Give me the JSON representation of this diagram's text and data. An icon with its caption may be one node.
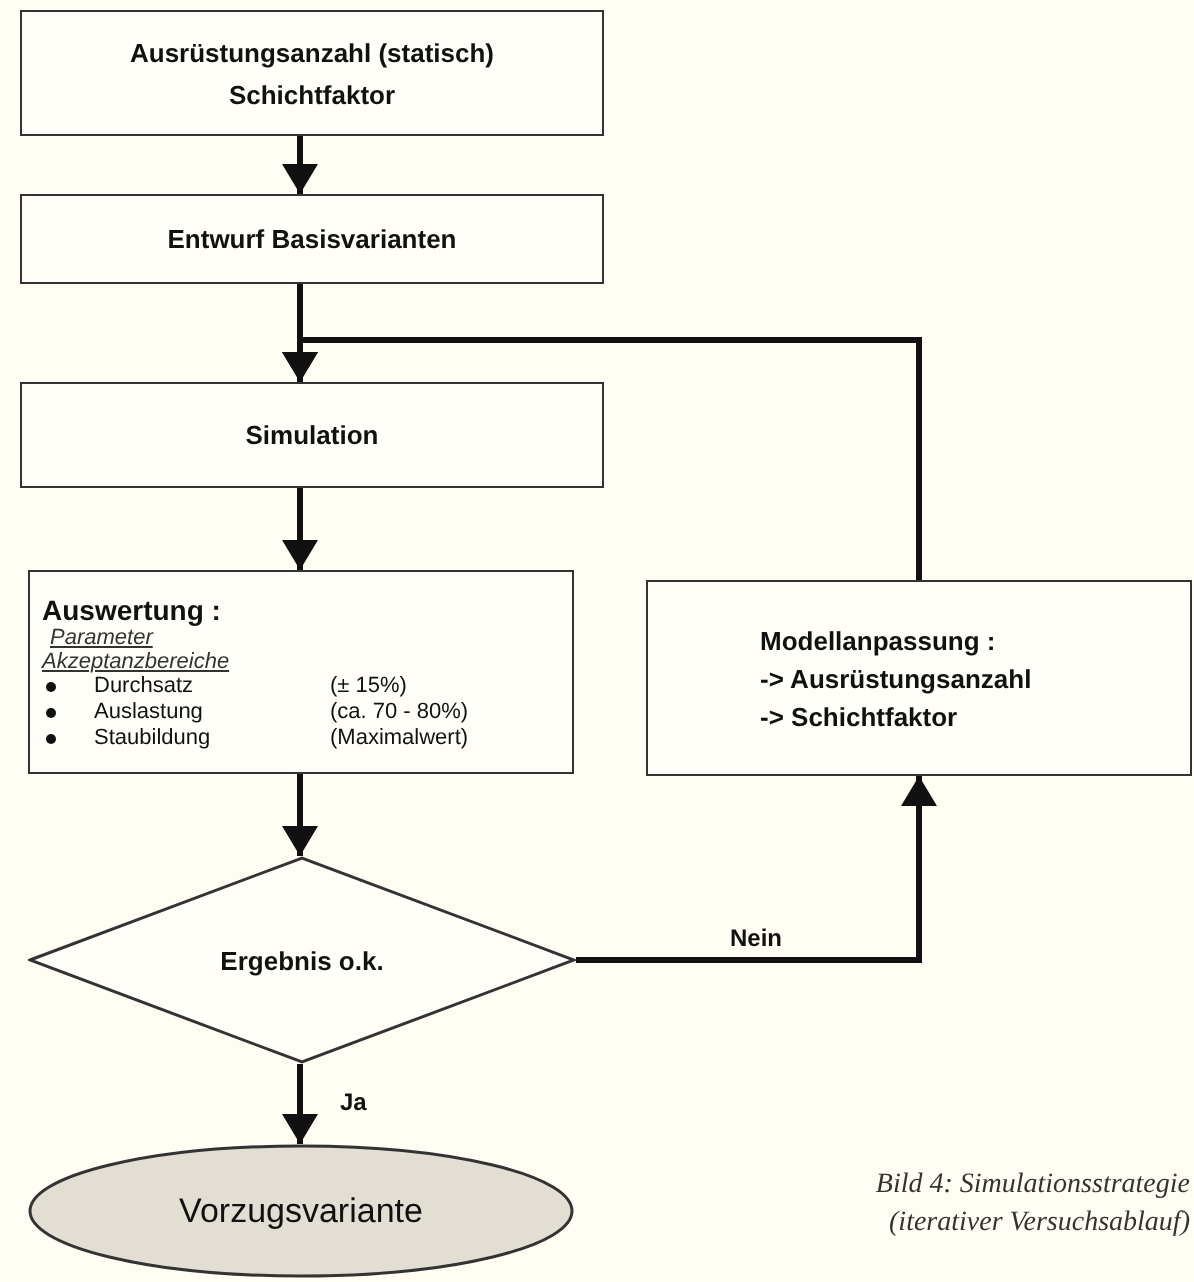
{
  "diagram": {
    "caption": "Bild 4: Simulationsstrategie (iterativer Versuchsablauf)",
    "nodes": [
      {
        "text": [
          "Ausrüstungsanzahl (statisch)",
          "Schichtfaktor"
        ]
      },
      {
        "text": [
          "Entwurf Basisvarianten"
        ]
      },
      {
        "text": [
          "Simulation"
        ]
      },
      {
        "text": [
          "Auswertung :",
          "Parameter",
          "Akzeptanzbereiche",
          "Durchsatz",
          "(± 15%)",
          "Auslastung",
          "(ca. 70 - 80%)",
          "Staubildung",
          "(Maximalwert)"
        ]
      },
      {
        "text": [
          "Modellanpassung :",
          "-> Ausrüstungsanzahl",
          "-> Schichtfaktor"
        ]
      },
      {
        "text": [
          "Ergebnis o.k."
        ]
      },
      {
        "text": [
          "Vorzugsvariante"
        ]
      }
    ],
    "edges": [
      {
        "from": 0,
        "to": 1,
        "arrow": "to"
      },
      {
        "from": 1,
        "to": 2,
        "arrow": "to"
      },
      {
        "from": 2,
        "to": 3,
        "arrow": "to"
      },
      {
        "from": 3,
        "to": 5,
        "arrow": "to"
      },
      {
        "from": 5,
        "to": 6,
        "arrow": "to",
        "label": "Ja"
      },
      {
        "from": 5,
        "to": 4,
        "arrow": "to",
        "label": "Nein"
      },
      {
        "from": 4,
        "to": 2,
        "arrow": "to"
      }
    ]
  }
}
